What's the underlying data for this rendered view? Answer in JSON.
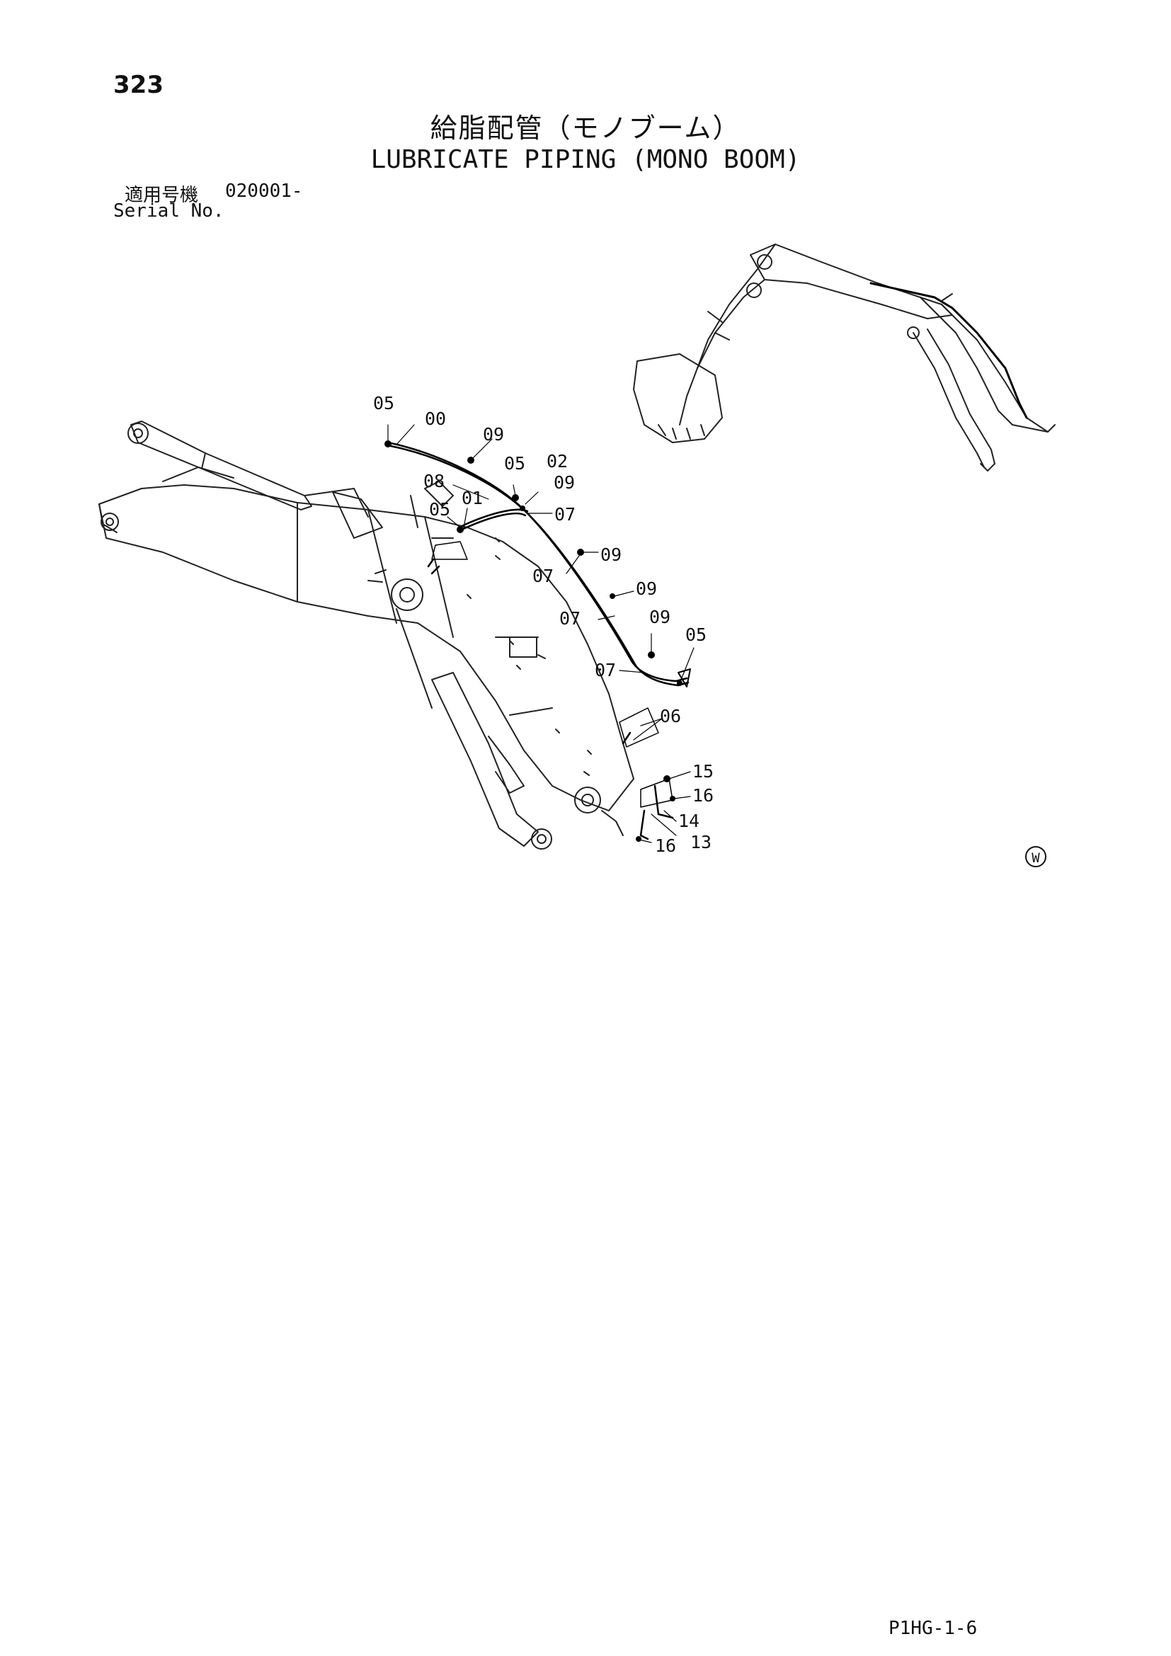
{
  "page": {
    "number": "323",
    "title_jp": "給脂配管（モノブーム）",
    "title_en": "LUBRICATE PIPING (MONO BOOM)",
    "serial_label_jp": "適用号機",
    "serial_value": "020001-",
    "serial_label_en": "Serial No.",
    "footer_code": "P1HG-1-6",
    "corner_mark": "W"
  },
  "callouts": [
    {
      "id": "c1",
      "label": "05"
    },
    {
      "id": "c2",
      "label": "00"
    },
    {
      "id": "c3",
      "label": "09"
    },
    {
      "id": "c4",
      "label": "05"
    },
    {
      "id": "c5",
      "label": "02"
    },
    {
      "id": "c6",
      "label": "08"
    },
    {
      "id": "c7",
      "label": "09"
    },
    {
      "id": "c8",
      "label": "05"
    },
    {
      "id": "c9",
      "label": "01"
    },
    {
      "id": "c10",
      "label": "07"
    },
    {
      "id": "c11",
      "label": "09"
    },
    {
      "id": "c12",
      "label": "07"
    },
    {
      "id": "c13",
      "label": "09"
    },
    {
      "id": "c14",
      "label": "07"
    },
    {
      "id": "c15",
      "label": "09"
    },
    {
      "id": "c16",
      "label": "05"
    },
    {
      "id": "c17",
      "label": "07"
    },
    {
      "id": "c18",
      "label": "06"
    },
    {
      "id": "c19",
      "label": "15"
    },
    {
      "id": "c20",
      "label": "16"
    },
    {
      "id": "c21",
      "label": "14"
    },
    {
      "id": "c22",
      "label": "16"
    },
    {
      "id": "c23",
      "label": "13"
    }
  ],
  "icons": {
    "corner_mark": "circled-letter-icon"
  }
}
